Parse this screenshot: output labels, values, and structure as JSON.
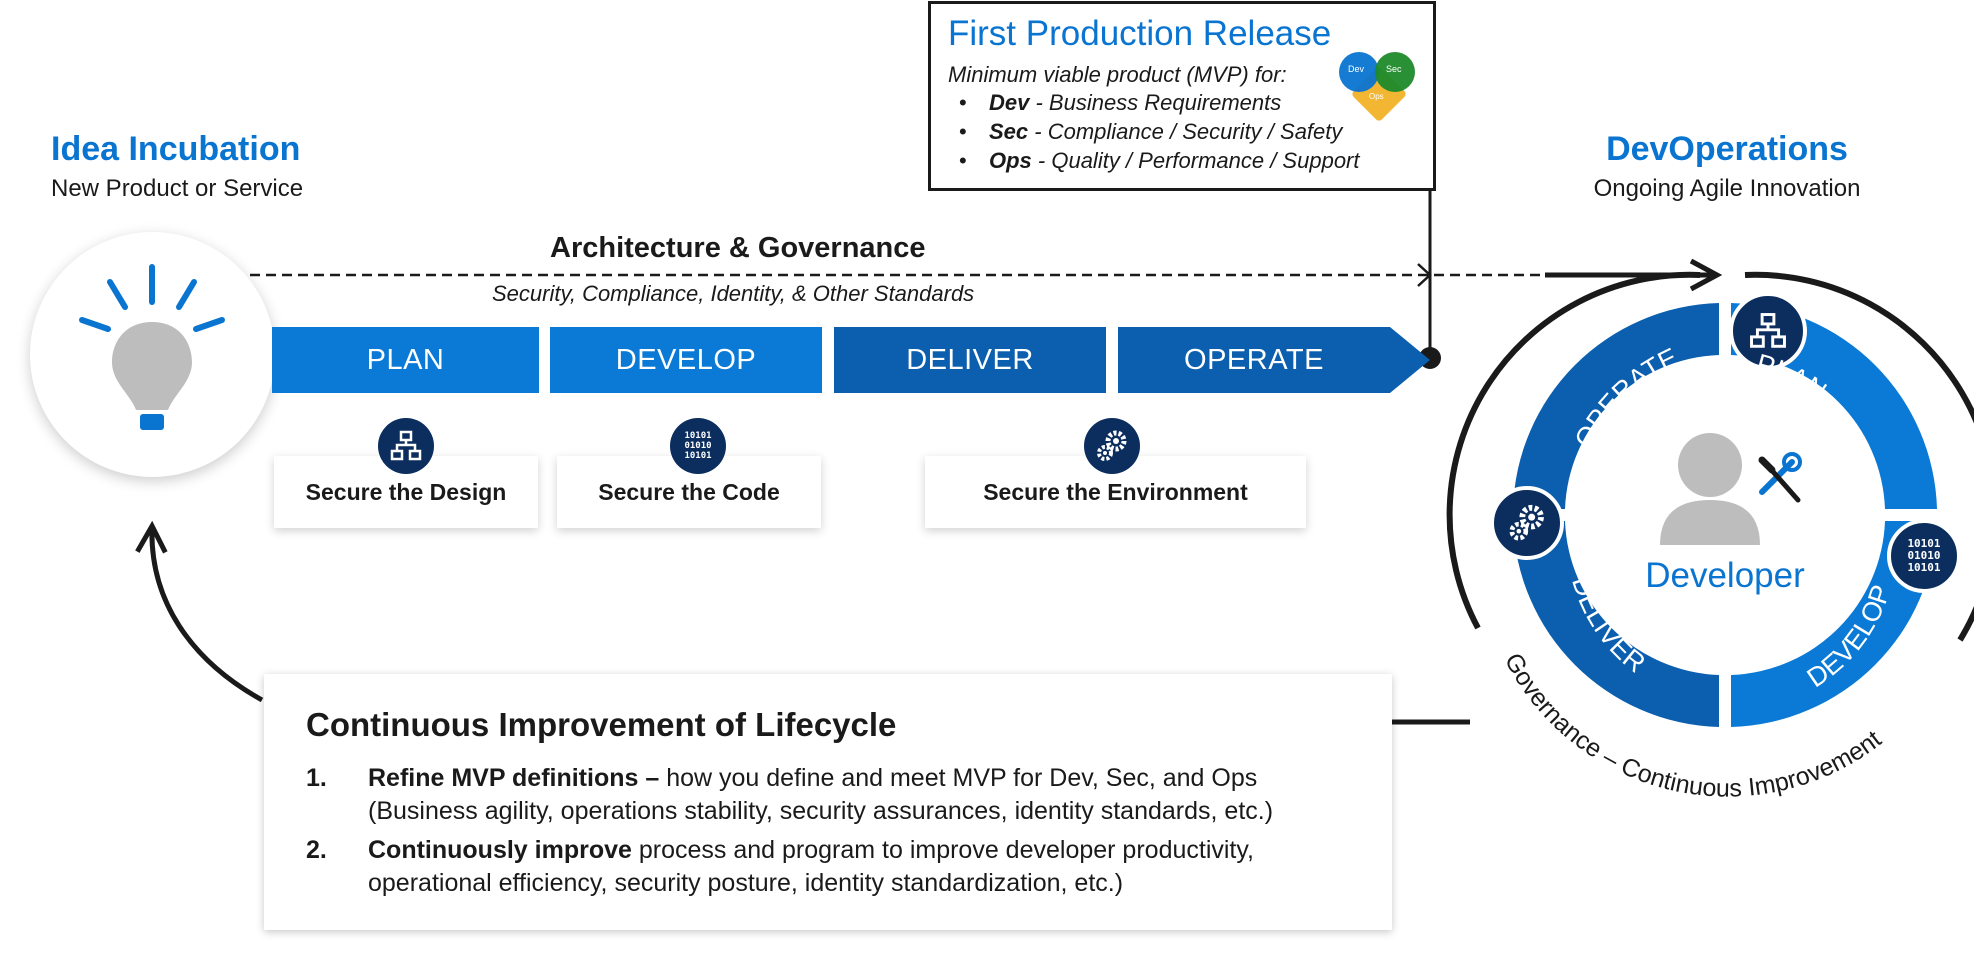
{
  "left": {
    "title": "Idea Incubation",
    "subtitle": "New Product or Service"
  },
  "right": {
    "title": "DevOperations",
    "subtitle": "Ongoing Agile Innovation"
  },
  "release": {
    "title": "First Production Release",
    "intro": "Minimum viable product (MVP) for:",
    "items": [
      {
        "term": "Dev",
        "text": " - Business Requirements"
      },
      {
        "term": "Sec",
        "text": " - Compliance / Security / Safety"
      },
      {
        "term": "Ops",
        "text": " - Quality / Performance / Support"
      }
    ],
    "venn": {
      "dev": "Dev",
      "sec": "Sec",
      "ops": "Ops"
    }
  },
  "governance": {
    "title": "Architecture & Governance",
    "subtitle": "Security, Compliance, Identity, & Other Standards"
  },
  "phases": [
    "PLAN",
    "DEVELOP",
    "DELIVER",
    "OPERATE"
  ],
  "secure": {
    "design": "Secure the Design",
    "code": "Secure the Code",
    "environment": "Secure the Environment"
  },
  "wheel": {
    "center": "Developer",
    "segments": [
      "PLAN",
      "DEVELOP",
      "DELIVER",
      "OPERATE"
    ],
    "ring_label": "Governance – Continuous Improvement"
  },
  "improvement": {
    "title": "Continuous Improvement of Lifecycle",
    "items": [
      {
        "num": "1.",
        "bold": "Refine MVP definitions –",
        "line1": " how you define and meet MVP for Dev, Sec, and Ops",
        "line2": "(Business agility, operations stability, security assurances, identity standards, etc.)"
      },
      {
        "num": "2.",
        "bold": "Continuously improve",
        "line1": " process and program to improve developer productivity,",
        "line2": "operational efficiency, security posture, identity standardization, etc.)"
      }
    ]
  },
  "colors": {
    "accent_blue": "#0a74d1",
    "plan_develop": "#0a7ad6",
    "deliver_operate": "#0b5fae",
    "badge_navy": "#0b2e5e",
    "bulb_grey": "#bdbdbd"
  },
  "icons": [
    "lightbulb-icon",
    "hierarchy-icon",
    "binary-code-icon",
    "gears-icon",
    "developer-person-icon",
    "wrench-screwdriver-icon"
  ]
}
